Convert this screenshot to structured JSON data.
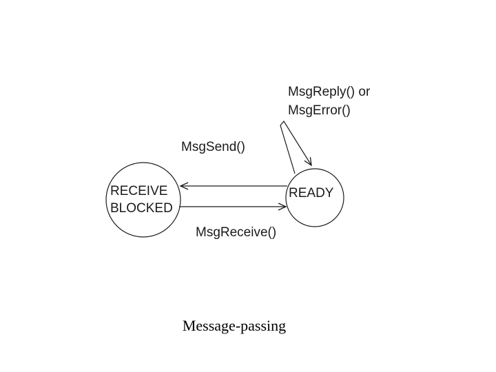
{
  "states": {
    "receive_blocked": {
      "line1": "RECEIVE",
      "line2": "BLOCKED"
    },
    "ready": {
      "label": "READY"
    }
  },
  "transitions": {
    "msg_send": "MsgSend()",
    "msg_receive": "MsgReceive()",
    "msg_reply_line1": "MsgReply() or",
    "msg_reply_line2": "MsgError()"
  },
  "caption": "Message-passing",
  "colors": {
    "stroke": "#1a1a1a",
    "background": "#ffffff"
  }
}
